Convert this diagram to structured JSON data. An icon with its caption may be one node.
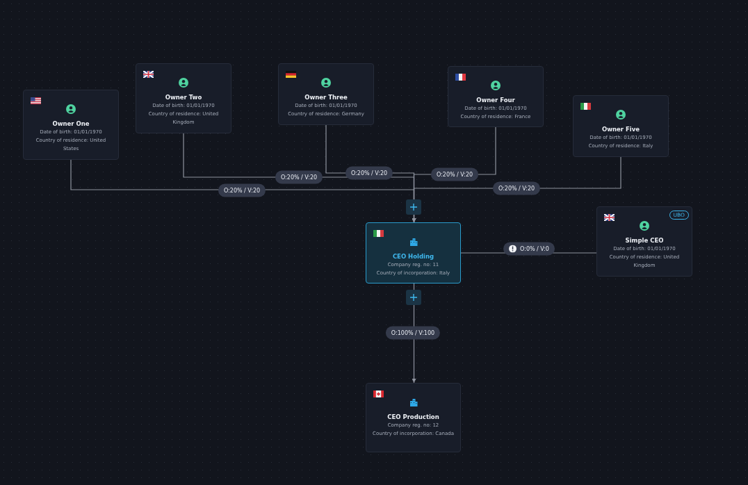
{
  "diagram": {
    "nodes": [
      {
        "text": [
          "Owner One",
          "Date of birth: 01/01/1970",
          "Country of residence: United States"
        ]
      },
      {
        "text": [
          "Owner Two",
          "Date of birth: 01/01/1970",
          "Country of residence: United Kingdom"
        ]
      },
      {
        "text": [
          "Owner Three",
          "Date of birth: 01/01/1970",
          "Country of residence: Germany"
        ]
      },
      {
        "text": [
          "Owner Four",
          "Date of birth: 01/01/1970",
          "Country of residence: France"
        ]
      },
      {
        "text": [
          "Owner Five",
          "Date of birth: 01/01/1970",
          "Country of residence: Italy"
        ]
      },
      {
        "text": [
          "CEO Holding",
          "Company reg. no: 11",
          "Country of incorporation: Italy"
        ]
      },
      {
        "text": [
          "Simple CEO",
          "Date of birth: 01/01/1970",
          "Country of residence: United Kingdom"
        ]
      },
      {
        "text": [
          "UBO"
        ],
        "in": 6
      },
      {
        "text": [
          "CEO Production",
          "Company reg. no: 12",
          "Country of incorporation: Canada"
        ]
      }
    ],
    "edges": [
      {
        "from": 0,
        "to": 5,
        "arrow": "to",
        "label": "O:20% / V:20"
      },
      {
        "from": 1,
        "to": 5,
        "arrow": "to",
        "label": "O:20% / V:20"
      },
      {
        "from": 2,
        "to": 5,
        "arrow": "to",
        "label": "O:20% / V:20"
      },
      {
        "from": 3,
        "to": 5,
        "arrow": "to",
        "label": "O:20% / V:20"
      },
      {
        "from": 4,
        "to": 5,
        "arrow": "to",
        "label": "O:20% / V:20"
      },
      {
        "from": 6,
        "to": 5,
        "arrow": "none",
        "label": "O:0% / V:0"
      },
      {
        "from": 5,
        "to": 8,
        "arrow": "to",
        "label": "O:100% / V:100"
      }
    ]
  }
}
